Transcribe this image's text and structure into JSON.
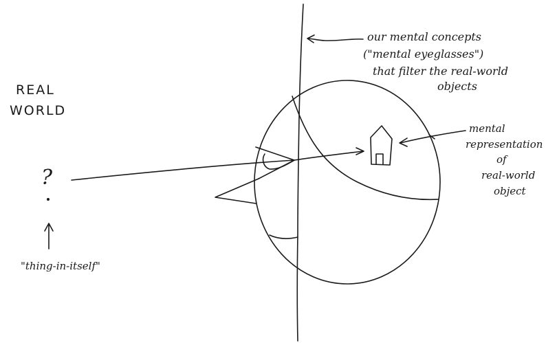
{
  "real_world_label": {
    "line1": "REAL",
    "line2": "WORLD"
  },
  "unknown_mark": "?",
  "thing_in_itself_label": "\"thing-in-itself\"",
  "concepts_annotation": {
    "line1": "our mental concepts",
    "line2": "(\"mental eyeglasses\")",
    "line3": "that filter the real-world",
    "line4": "objects"
  },
  "representation_annotation": {
    "line1": "mental",
    "line2": "representation",
    "line3": "of",
    "line4": "real-world",
    "line5": "object"
  },
  "ink_color": "#1a1a1a"
}
